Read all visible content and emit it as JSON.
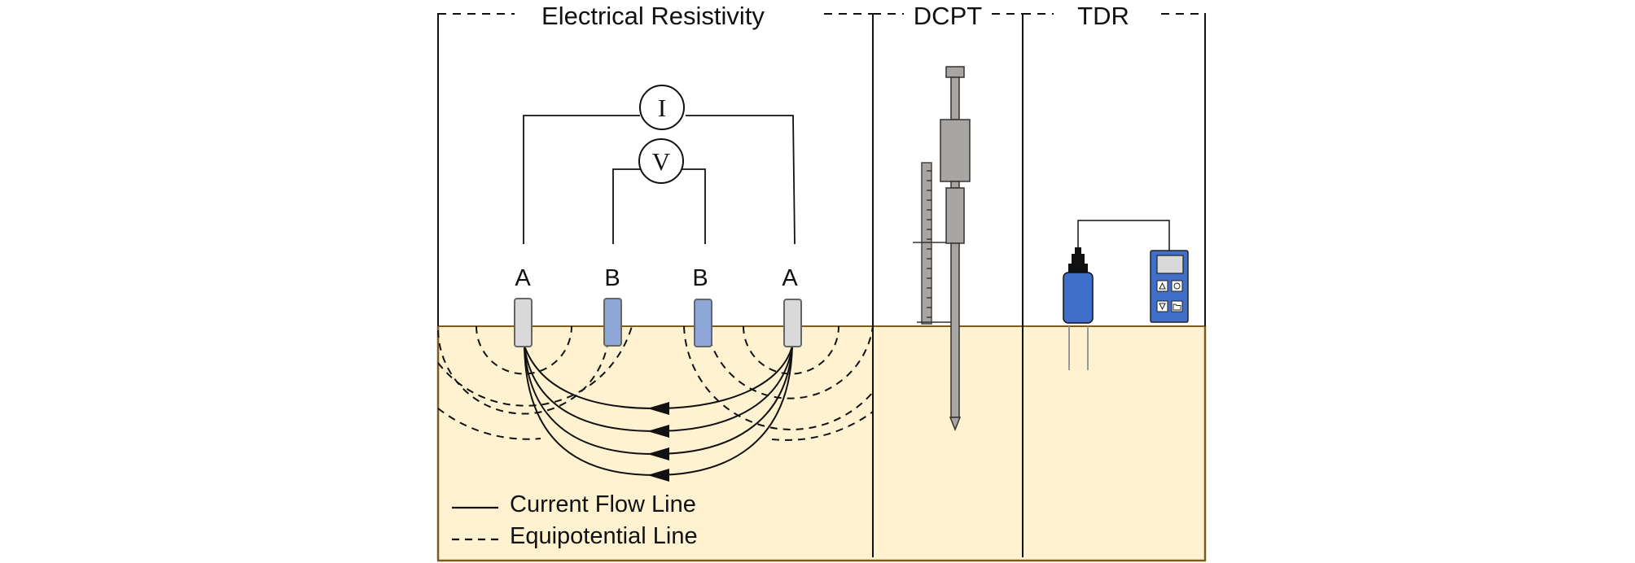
{
  "sections": {
    "electrical_resistivity": "Electrical Resistivity",
    "dcpt": "DCPT",
    "tdr": "TDR"
  },
  "meters": {
    "current": "I",
    "voltage": "V"
  },
  "electrodes": {
    "current_outer_left": "A",
    "potential_inner_left": "B",
    "potential_inner_right": "B",
    "current_outer_right": "A"
  },
  "legend": {
    "current_flow": "Current Flow Line",
    "equipotential": "Equipotential Line"
  },
  "colors": {
    "soil_fill": "#FFF2D0",
    "soil_border": "#7A5C1E",
    "current_electrode": "#D9D9D9",
    "potential_electrode": "#8FA6D8",
    "tdr_probe": "#3F6FC8",
    "dcpt_body": "#A8A5A3"
  }
}
